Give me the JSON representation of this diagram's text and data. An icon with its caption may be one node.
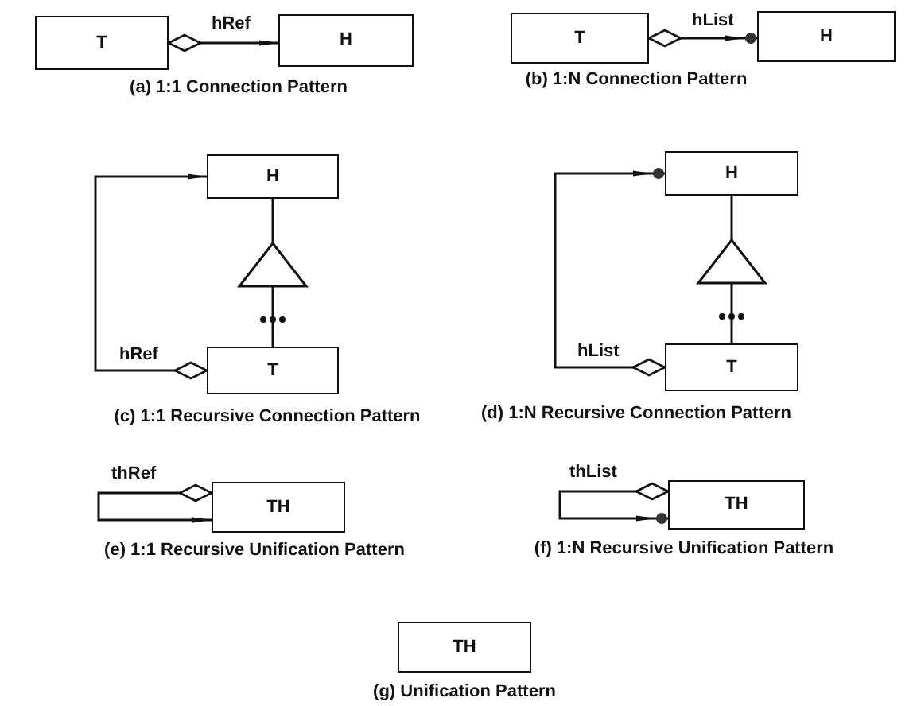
{
  "diagram": {
    "nodes": [
      {
        "text": [
          "T"
        ]
      },
      {
        "text": [
          "H"
        ]
      },
      {
        "text": [
          "T"
        ]
      },
      {
        "text": [
          "H"
        ]
      },
      {
        "text": [
          "H"
        ]
      },
      {
        "text": [
          "T"
        ],
        "beside": [
          "(c) 1:1 Recursive Connection Pattern"
        ]
      },
      {
        "text": [
          "H"
        ]
      },
      {
        "text": [
          "T"
        ],
        "beside": [
          "(d) 1:N Recursive Connection Pattern"
        ]
      },
      {
        "text": [
          "TH"
        ],
        "beside": [
          "(e) 1:1 Recursive Unification Pattern"
        ]
      },
      {
        "text": [
          "TH"
        ],
        "beside": [
          "(f) 1:N Recursive Unification Pattern"
        ]
      },
      {
        "text": [
          "TH"
        ],
        "beside": [
          "(g) Unification Pattern"
        ]
      }
    ],
    "edges": [
      {
        "from": 0,
        "to": 1,
        "arrow": "to",
        "label": "hRef"
      },
      {
        "from": 2,
        "to": 3,
        "arrow": "to",
        "label": "hList"
      },
      {
        "from": 5,
        "to": 4,
        "arrow": "to",
        "label": "hRef"
      },
      {
        "from": 5,
        "to": 4,
        "arrow": "to"
      },
      {
        "from": 7,
        "to": 6,
        "arrow": "to",
        "label": "hList"
      },
      {
        "from": 7,
        "to": 6,
        "arrow": "to"
      },
      {
        "from": 8,
        "to": 8,
        "arrow": "to",
        "label": "thRef"
      },
      {
        "from": 9,
        "to": 9,
        "arrow": "to",
        "label": "thList"
      }
    ],
    "labels": [
      "(a) 1:1 Connection Pattern",
      "(b) 1:N Connection Pattern"
    ]
  }
}
